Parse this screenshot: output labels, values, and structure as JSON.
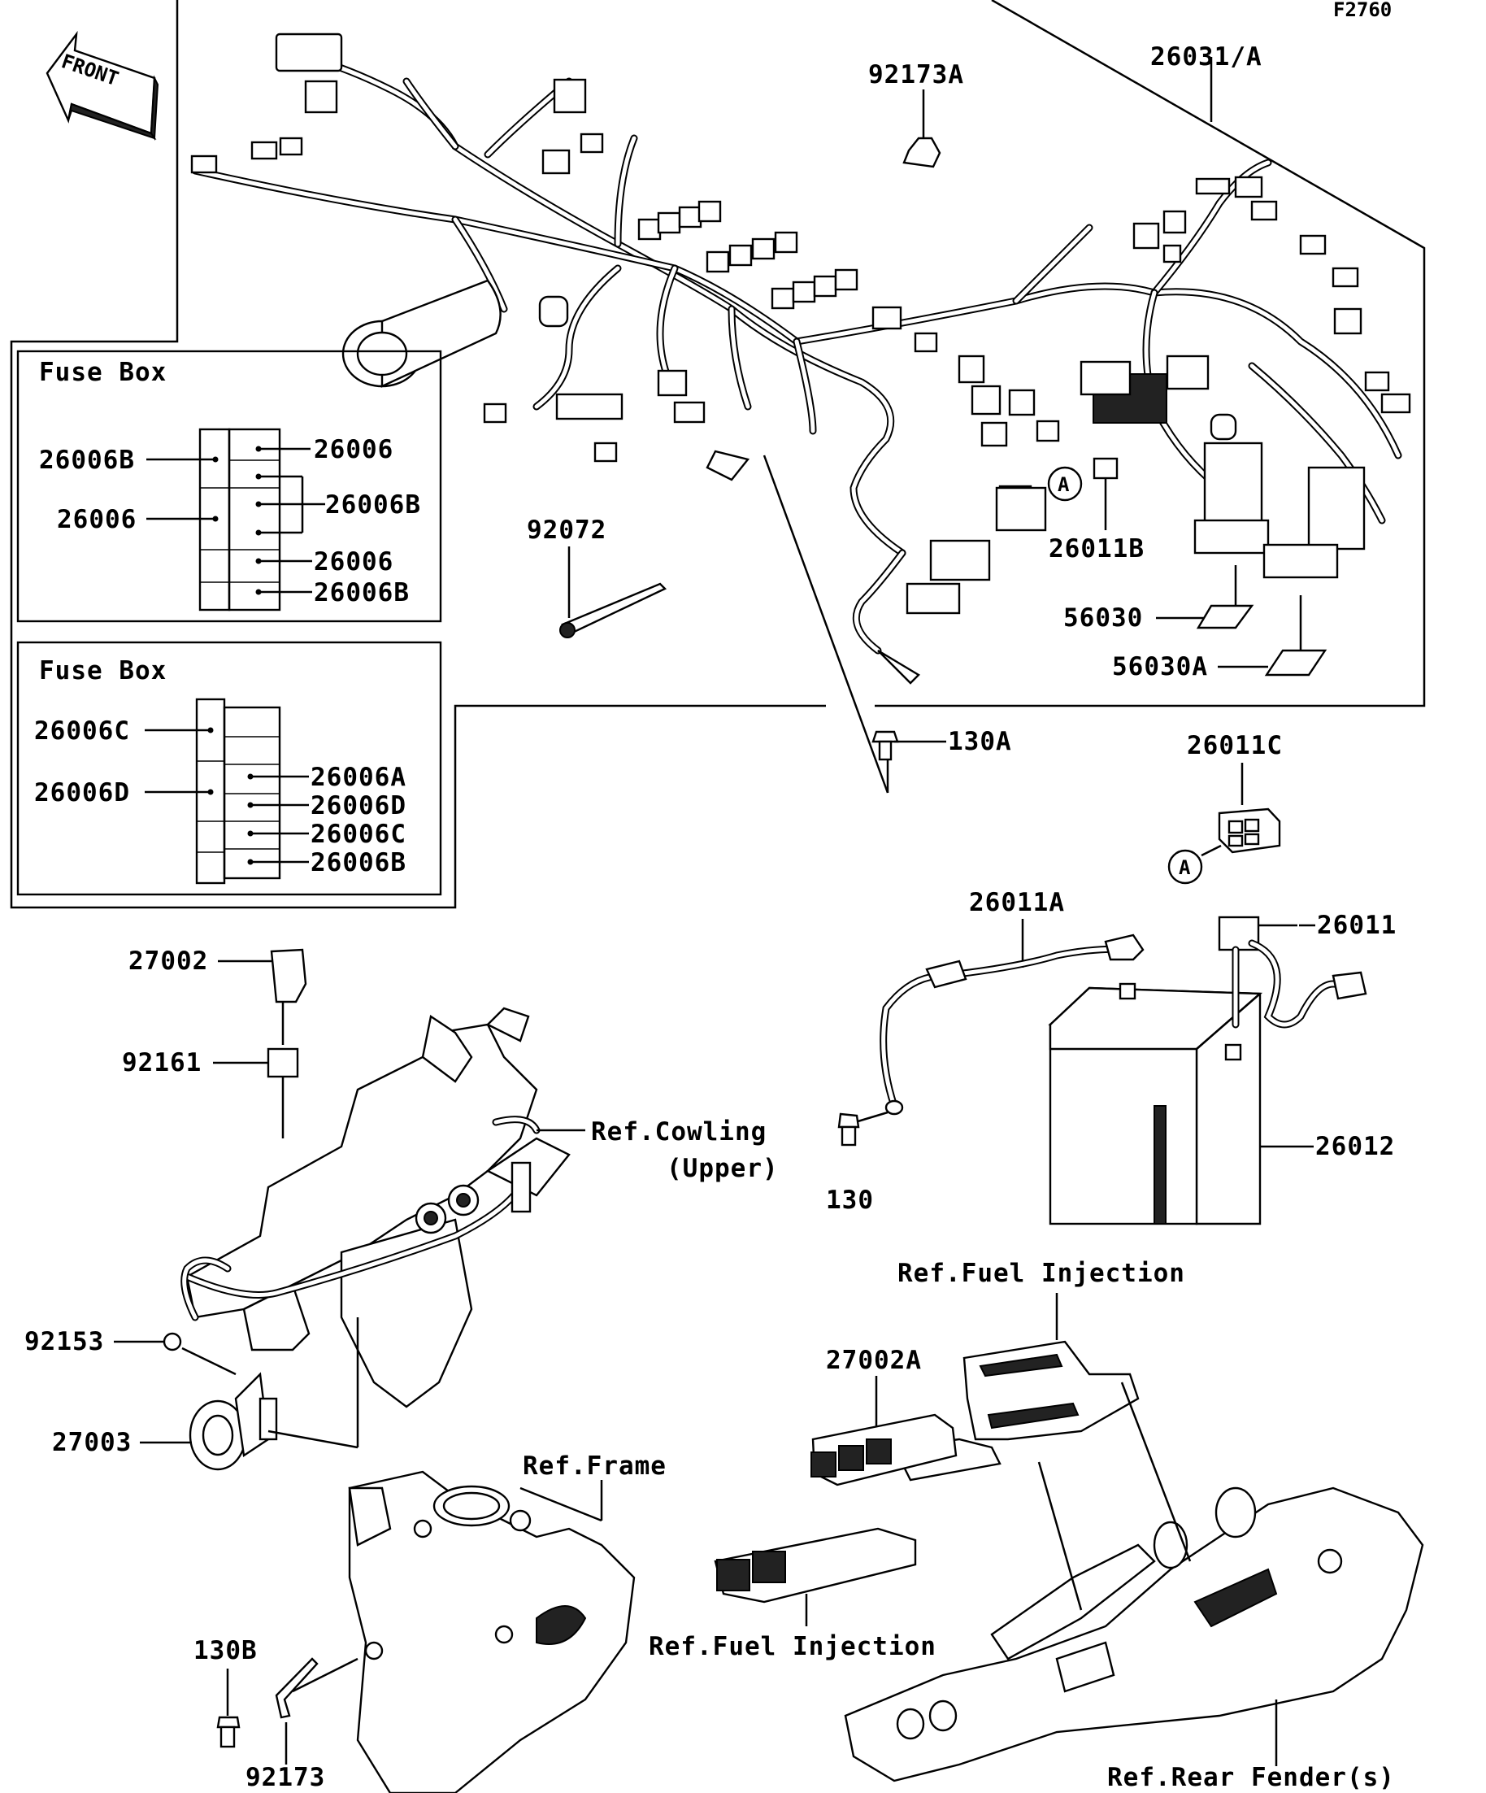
{
  "figure_code": "F2760",
  "front_arrow_label": "FRONT",
  "fuse_box_1": {
    "title": "Fuse Box",
    "left_labels": [
      "26006B",
      "26006"
    ],
    "right_labels": [
      "26006",
      "26006B",
      "26006",
      "26006B"
    ]
  },
  "fuse_box_2": {
    "title": "Fuse Box",
    "left_labels": [
      "26006C",
      "26006D"
    ],
    "right_labels": [
      "26006A",
      "26006D",
      "26006C",
      "26006B"
    ]
  },
  "parts": {
    "p92173A": "92173A",
    "p26031A": "26031/A",
    "p92072": "92072",
    "p26011B": "26011B",
    "p56030": "56030",
    "p56030A": "56030A",
    "p130A": "130A",
    "p26011C": "26011C",
    "p26011A": "26011A",
    "p26011": "26011",
    "p27002": "27002",
    "p92161": "92161",
    "p26012": "26012",
    "p130": "130",
    "p92153": "92153",
    "p27003": "27003",
    "p27002A": "27002A",
    "p130B": "130B",
    "p92173": "92173"
  },
  "callout_letter": "A",
  "references": {
    "cowling_line1": "Ref.Cowling",
    "cowling_line2": "(Upper)",
    "fuel_injection_top": "Ref.Fuel Injection",
    "fuel_injection_bottom": "Ref.Fuel Injection",
    "frame": "Ref.Frame",
    "rear_fender": "Ref.Rear Fender(s)"
  }
}
